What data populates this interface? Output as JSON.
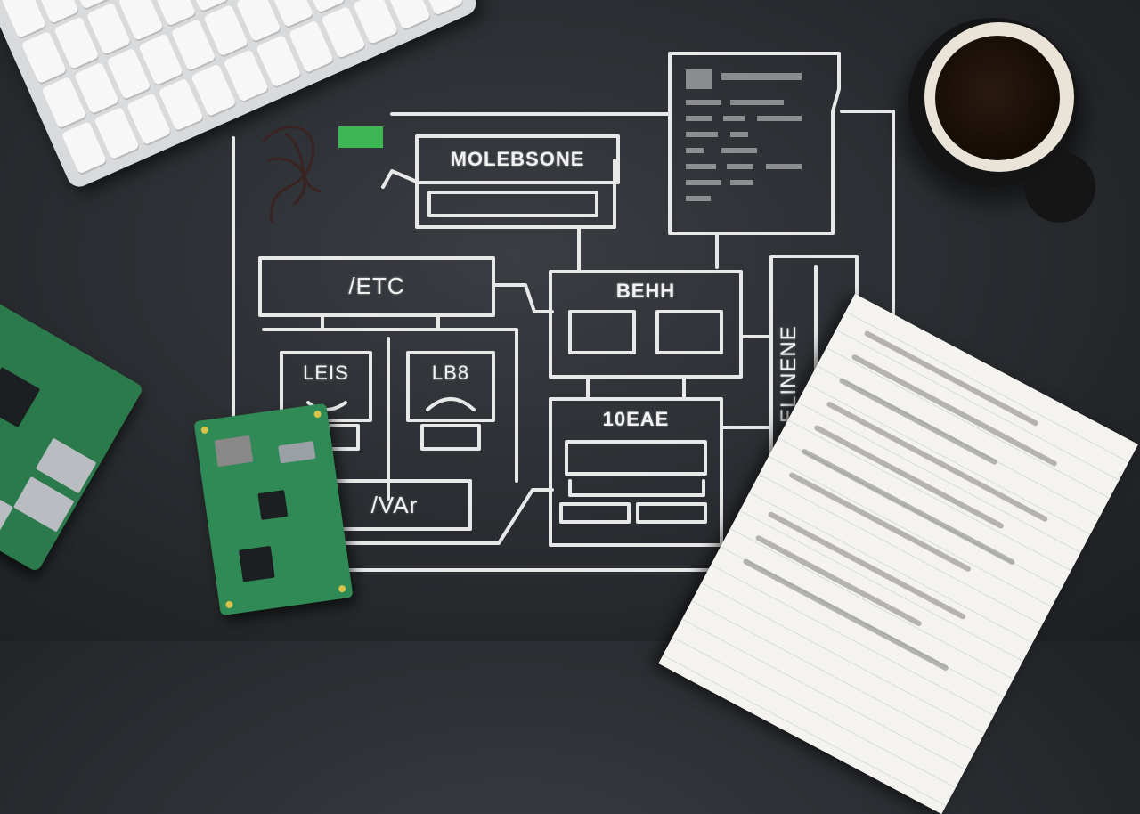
{
  "diagram": {
    "boxes": {
      "top_title": "MOLEBSONE",
      "etc": "/ETC",
      "left_sub": "LEIS",
      "right_sub": "LB8",
      "center_top": "BEHH",
      "center_bottom": "10EAE",
      "var": "/VAr",
      "side_vertical": "ELINENE"
    }
  },
  "colors": {
    "chalk": "#f2f2f2",
    "board": "#2e3135",
    "pcb_green": "#2f8a55",
    "accent_green": "#3fcf5c"
  }
}
